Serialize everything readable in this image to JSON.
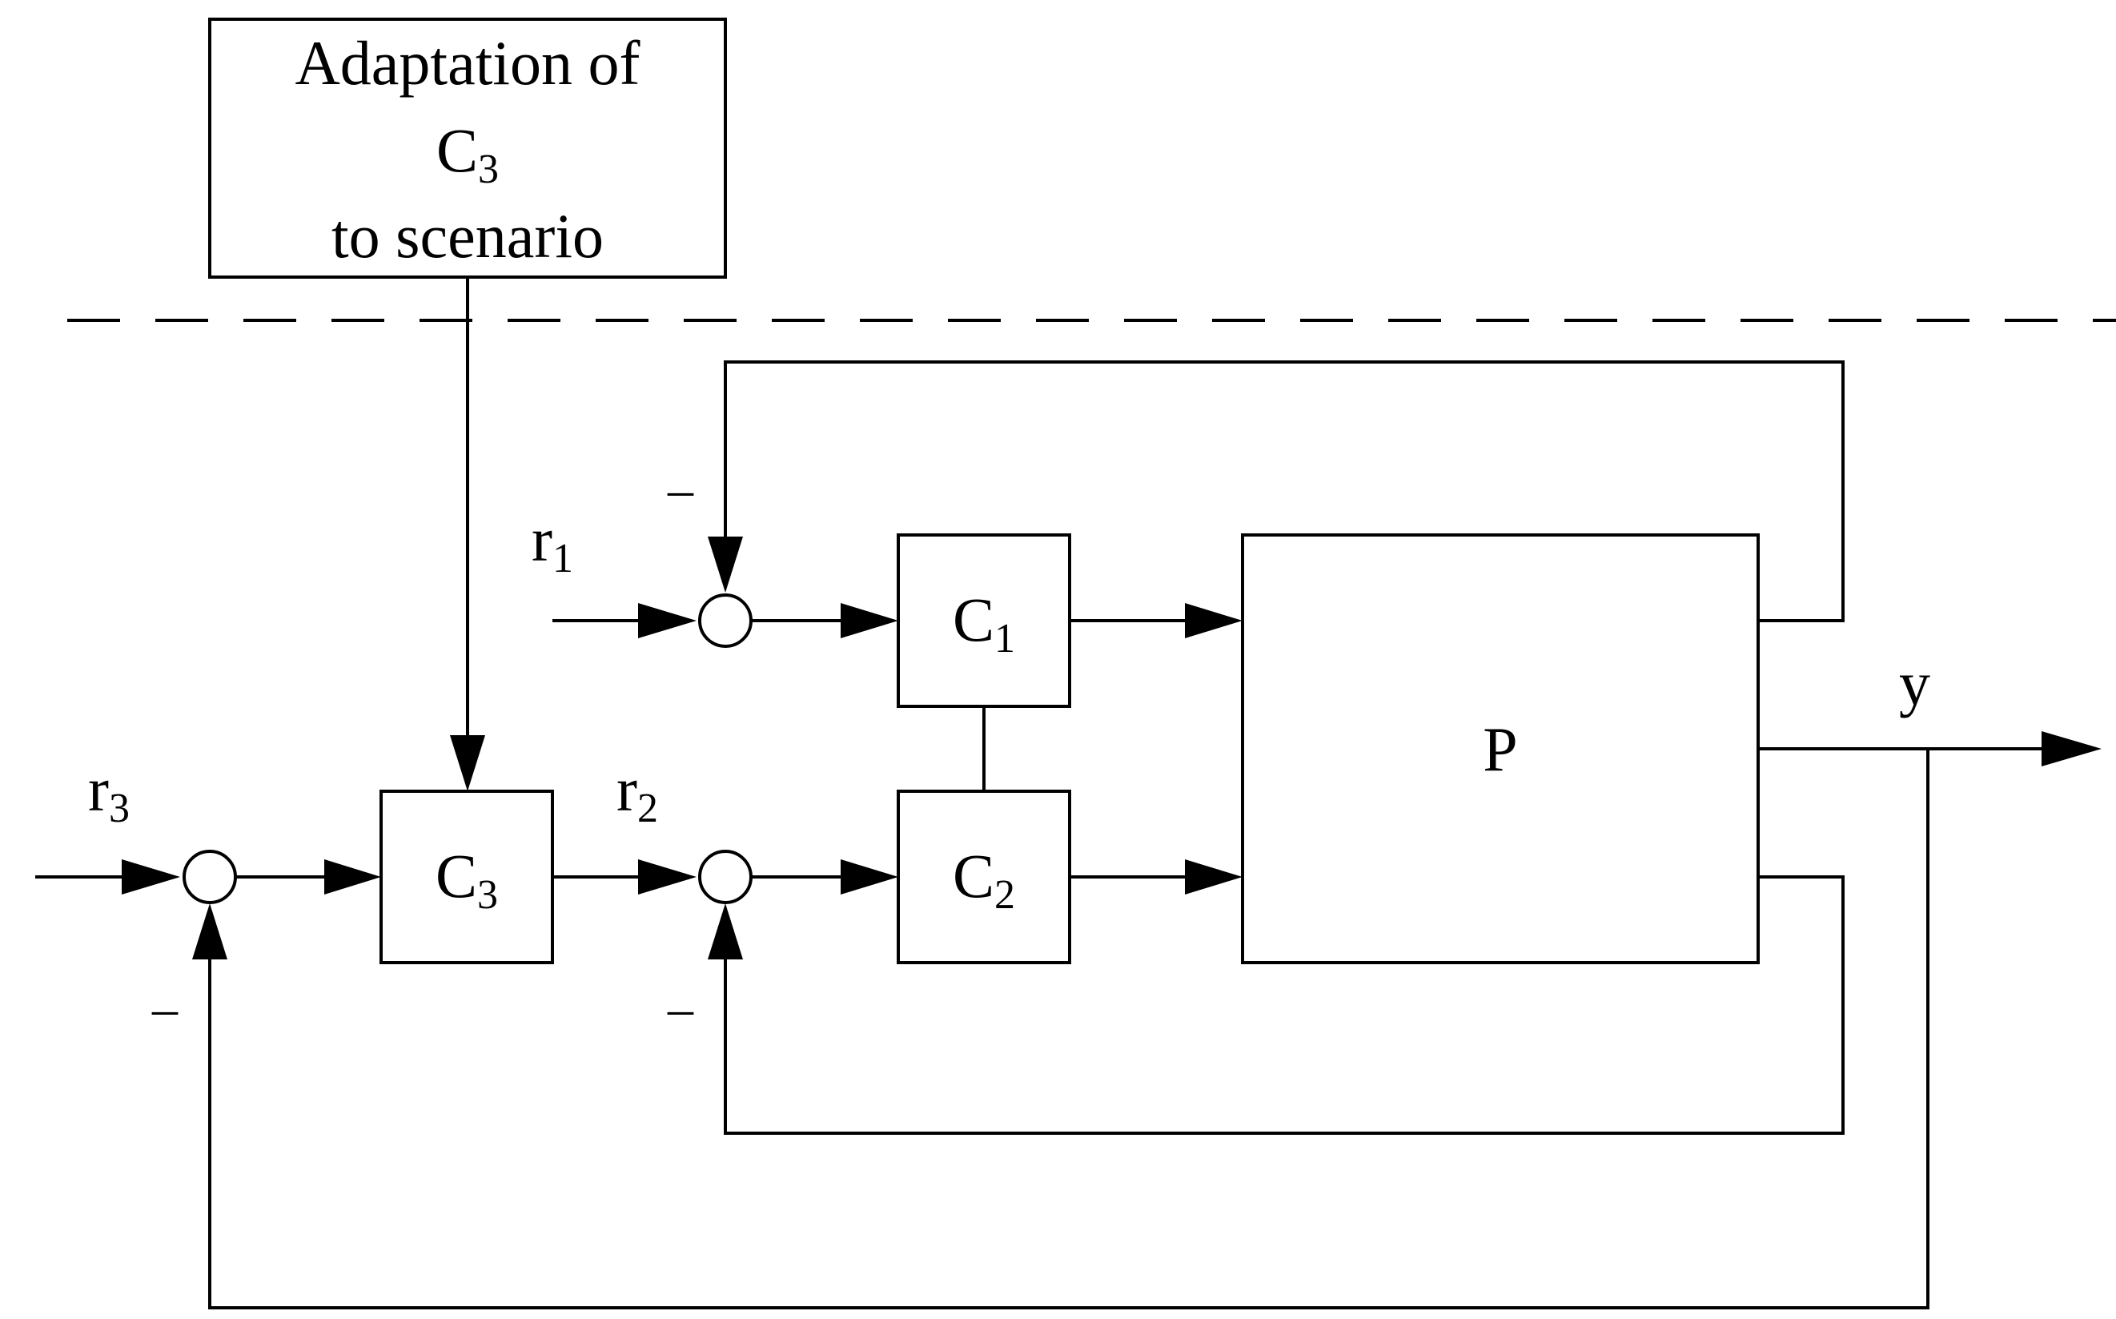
{
  "adaptation_block": {
    "line1": "Adaptation of",
    "line2_main": "C",
    "line2_sub": "3",
    "line3": "to scenario"
  },
  "blocks": {
    "c1": {
      "main": "C",
      "sub": "1"
    },
    "c2": {
      "main": "C",
      "sub": "2"
    },
    "c3": {
      "main": "C",
      "sub": "3"
    },
    "plant": "P"
  },
  "signals": {
    "r1": {
      "main": "r",
      "sub": "1"
    },
    "r2": {
      "main": "r",
      "sub": "2"
    },
    "r3": {
      "main": "r",
      "sub": "3"
    },
    "y": "y"
  },
  "signs": {
    "sum1_feedback": "–",
    "sum2_feedback": "–",
    "sum3_feedback": "–"
  }
}
